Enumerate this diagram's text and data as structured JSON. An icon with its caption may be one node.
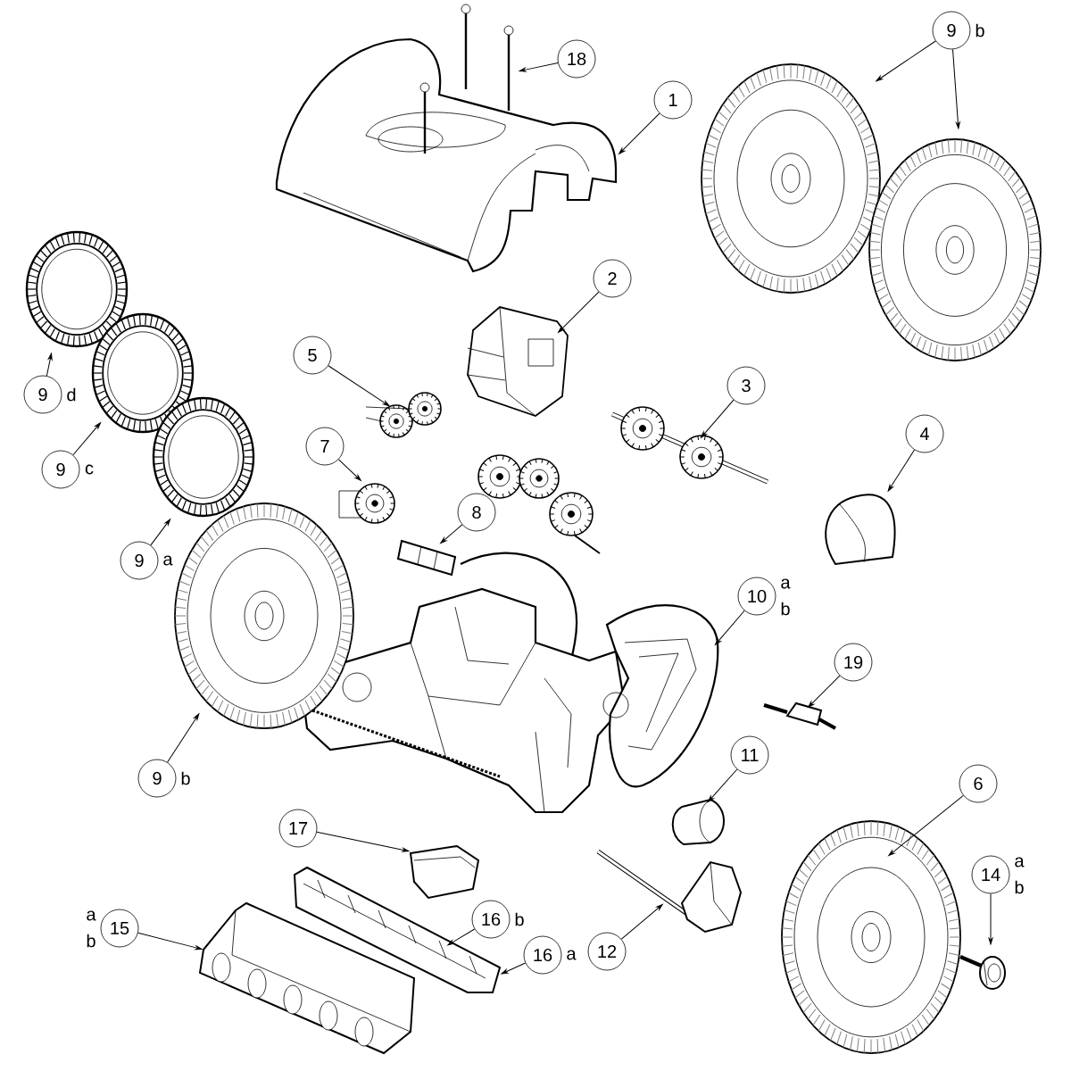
{
  "diagram": {
    "nodes": [
      {
        "text": [
          "18"
        ]
      },
      {
        "text": [
          "9"
        ],
        "beside": [
          "b"
        ]
      },
      {
        "text": [
          "1"
        ]
      },
      {
        "text": [
          "2"
        ]
      },
      {
        "text": [
          "5"
        ]
      },
      {
        "text": [
          "3"
        ]
      },
      {
        "text": [
          "9"
        ],
        "beside": [
          "d"
        ]
      },
      {
        "text": [
          "7"
        ]
      },
      {
        "text": [
          "4"
        ]
      },
      {
        "text": [
          "9"
        ],
        "beside": [
          "c"
        ]
      },
      {
        "text": [
          "8"
        ]
      },
      {
        "text": [
          "9"
        ],
        "beside": [
          "a"
        ]
      },
      {
        "text": [
          "10"
        ],
        "beside": [
          "a",
          "b"
        ]
      },
      {
        "text": [
          "19"
        ]
      },
      {
        "text": [
          "9"
        ],
        "beside": [
          "b"
        ]
      },
      {
        "text": [
          "11"
        ]
      },
      {
        "text": [
          "6"
        ]
      },
      {
        "text": [
          "17"
        ]
      },
      {
        "text": [
          "14"
        ],
        "beside": [
          "a",
          "b"
        ]
      },
      {
        "text": [
          "16"
        ],
        "beside": [
          "b"
        ]
      },
      {
        "text": [
          "15"
        ],
        "beside": [
          "a",
          "b"
        ]
      },
      {
        "text": [
          "12"
        ]
      },
      {
        "text": [
          "16"
        ],
        "beside": [
          "a"
        ]
      },
      {
        "text": [],
        "shape": "picture"
      },
      {
        "text": [],
        "shape": "picture"
      },
      {
        "text": [],
        "shape": "picture"
      },
      {
        "text": [],
        "shape": "picture"
      },
      {
        "text": [],
        "shape": "picture"
      },
      {
        "text": [],
        "shape": "picture"
      },
      {
        "text": [],
        "shape": "picture"
      },
      {
        "text": [],
        "shape": "picture"
      },
      {
        "text": [],
        "shape": "picture"
      },
      {
        "text": [],
        "shape": "picture"
      },
      {
        "text": [],
        "shape": "picture"
      },
      {
        "text": [],
        "shape": "picture"
      },
      {
        "text": [],
        "shape": "picture"
      },
      {
        "text": [],
        "shape": "picture"
      },
      {
        "text": [],
        "shape": "picture"
      },
      {
        "text": [],
        "shape": "picture"
      },
      {
        "text": [],
        "shape": "picture"
      },
      {
        "text": [],
        "shape": "picture"
      },
      {
        "text": [],
        "shape": "picture"
      },
      {
        "text": [],
        "shape": "picture"
      },
      {
        "text": [],
        "shape": "picture"
      },
      {
        "text": [],
        "shape": "picture"
      },
      {
        "text": [],
        "shape": "picture"
      }
    ],
    "edges": [
      {
        "from": 0,
        "to": 23,
        "arrow": "to"
      },
      {
        "from": 1,
        "to": 24,
        "arrow": "to"
      },
      {
        "from": 1,
        "to": 25,
        "arrow": "to"
      },
      {
        "from": 2,
        "to": 26,
        "arrow": "to"
      },
      {
        "from": 3,
        "to": 27,
        "arrow": "to"
      },
      {
        "from": 4,
        "to": 28,
        "arrow": "to"
      },
      {
        "from": 5,
        "to": 29,
        "arrow": "to"
      },
      {
        "from": 6,
        "to": 30,
        "arrow": "to"
      },
      {
        "from": 7,
        "to": 31,
        "arrow": "to"
      },
      {
        "from": 8,
        "to": 32,
        "arrow": "to"
      },
      {
        "from": 9,
        "to": 33,
        "arrow": "to"
      },
      {
        "from": 10,
        "to": 34,
        "arrow": "to"
      },
      {
        "from": 11,
        "to": 35,
        "arrow": "to"
      },
      {
        "from": 12,
        "to": 36,
        "arrow": "to"
      },
      {
        "from": 13,
        "to": 37,
        "arrow": "to"
      },
      {
        "from": 14,
        "to": 38,
        "arrow": "to"
      },
      {
        "from": 15,
        "to": 39,
        "arrow": "to"
      },
      {
        "from": 16,
        "to": 40,
        "arrow": "to"
      },
      {
        "from": 17,
        "to": 41,
        "arrow": "to"
      },
      {
        "from": 18,
        "to": 42,
        "arrow": "to"
      },
      {
        "from": 19,
        "to": 43,
        "arrow": "to"
      },
      {
        "from": 20,
        "to": 44,
        "arrow": "to"
      },
      {
        "from": 21,
        "to": 45,
        "arrow": "to"
      },
      {
        "from": 22,
        "to": 43,
        "arrow": "to"
      }
    ]
  }
}
